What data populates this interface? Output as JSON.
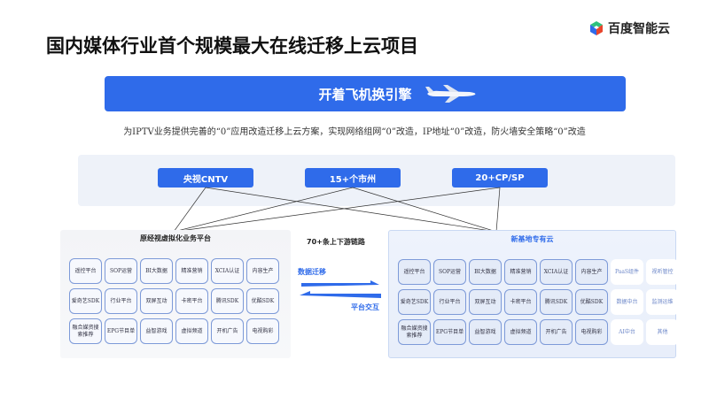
{
  "title": "国内媒体行业首个规模最大在线迁移上云项目",
  "logo": {
    "text": "百度智能云"
  },
  "banner": {
    "text": "开着飞机换引擎"
  },
  "subtitle": "为IPTV业务提供完善的“0”应用改造迁移上云方案，实现网络组网“0”改造，IP地址“0”改造，防火墙安全策略“0”改造",
  "sources": [
    "央视CNTV",
    "15+个市州",
    "20+CP/SP"
  ],
  "left_panel": {
    "title": "原经视虚拟化业务平台",
    "cells": [
      "遥控平台",
      "SOP运营",
      "BI大数据",
      "精准营销",
      "XCIA认证",
      "内容生产",
      "爱奇艺SDK",
      "行业平台",
      "双屏互动",
      "卡密平台",
      "腾讯SDK",
      "优酷SDK",
      "融合媒资搜索推荐",
      "EPG节目单",
      "益智游戏",
      "虚拟频道",
      "开机广告",
      "电视购彩"
    ]
  },
  "right_panel": {
    "title": "新基地专有云",
    "rows": [
      [
        "遥控平台",
        "SOP运营",
        "BI大数据",
        "精准营销",
        "XCIA认证",
        "内容生产",
        "PaaS组件",
        "视听管控"
      ],
      [
        "爱奇艺SDK",
        "行业平台",
        "双屏互动",
        "卡密平台",
        "腾讯SDK",
        "优酷SDK",
        "数据中台",
        "监测运维"
      ],
      [
        "融合媒资搜索推荐",
        "EPG节目单",
        "益智游戏",
        "虚拟频道",
        "开机广告",
        "电视购彩",
        "AI中台",
        "其他"
      ]
    ]
  },
  "middle": {
    "links": "70+条上下游链路",
    "migrate": "数据迁移",
    "interact": "平台交互"
  },
  "colors": {
    "brand": "#2f6bea"
  }
}
